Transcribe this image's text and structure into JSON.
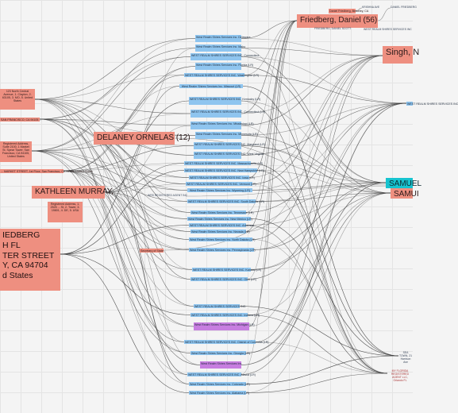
{
  "people": {
    "delaney": "DELANEY ORNELAS (12)",
    "kathleen": "KATHLEEN MURRAY,",
    "friedberg": "Friedberg, Daniel (56)",
    "singh": "Singh, N",
    "samuel_top": "SAMUEL",
    "samuel_bottom": "SAMUI"
  },
  "address_block": {
    "lines": [
      "IEDBERG",
      "H FL",
      "TER STREET",
      "Y, CA 94704",
      "d States"
    ]
  },
  "entities": [
    "West Realm Shires Services Inc. Delaware",
    "West Realm Shires Services Inc. Idaho",
    "WEST REALM SHIRES SERVICES INC. Connecticut",
    "West Realm Shires Services Inc. Florida (LR)",
    "WEST REALM SHIRES SERVICES INC. Washington (LR)",
    "West Realm Shires Services Inc. Missouri (LR)",
    "WEST REALM SHIRES SERVICES INC. Kentucky (LR)",
    "WEST REALM SHIRES SERVICES INC. Connecticut (LR)",
    "West Realm Shires Services Inc. Mississippi (LR)",
    "West Realm Shires Services Inc. Minnesota (LR)",
    "WEST REALM SHIRES SERVICES INC. Maryland (LR)",
    "WEST REALM SHIRES SERVICES INC. West Virginia",
    "WEST REALM SHIRES SERVICES INC. Massachusetts (LR)",
    "WEST REALM SHIRES SERVICES INC. New Hampshire (LR)",
    "WEST REALM SHIRES SERVICES INC. Iowa (LR)",
    "WEST REALM SHIRES SERVICES INC. Vermont (LR)",
    "West Realm Shires Services Inc. Wyoming (LR)",
    "WEST REALM SHIRES SERVICES INC. South Dakota (LR)",
    "West Realm Shires Services Inc. Tennessee (LR)",
    "West Realm Shires Services Inc. New Mexico (LR)",
    "WEST REALM SHIRES SERVICES INC. Arkansas",
    "West Realm Shires Services Inc. Nevada (LR)",
    "West Realm Shires Services Inc. North Dakota (LR)",
    "West Realm Shires Services Inc. Pennsylvania (LR)",
    "WEST REALM SHIRES SERVICES INC. Kansas (LR)",
    "WEST REALM SHIRES SERVICES INC. Ohio (LR)",
    "WEST REALM SHIRES SERVICES INC.",
    "WEST REALM SHIRES SERVICES INC. Indiana (LR)",
    "West Realm Shires Services Inc. Michigan (LR)",
    "WEST REALM SHIRES SERVICES INC. District of Columbia (LR)",
    "West Realm Shires Services Inc. Georgia (LR)",
    "West Realm Shires Services Inc.",
    "WEST REALM SHIRES SERVICES INC. Alaska (LR)",
    "West Realm Shires Services Inc. Colorado (LR)",
    "West Realm Shires Services Inc. Alabama (LR)"
  ],
  "small_labels": {
    "address_top_left": "123 North Central Avenue, 1. Clayton, 2. 63105, 3. MO, 5. United States",
    "address_left": "Registered Address, Suite 2100, 1 Market St, Spear Tower, San Francisco, CA 94105, United States",
    "reg_address_kathleen": "Registered Address, 1. 2525 ... St, 2. Tower, 3. 19801, 4. DE, 5. USA",
    "left_line_1": "SAN FRANCISCO, CA 94105 ...",
    "left_line_2": "... MARKET STREET, 1st Floor, San Francisco, CA 94105, United States",
    "agent_left": "WRS REGISTERED AGENT INC",
    "secretary": "Secretary of State",
    "friedberg_addr": "Daniel Friedberg, Berkeley, CA",
    "friedberg_company": "FRIEDBERG, DANIEL SCOTT",
    "top_right_1": "KRISHNA AVE",
    "top_right_2": "DANIEL FRIEDBERG",
    "top_right_3": "WEST REALM SHIRES SERVICES INC",
    "right_mid": "WEST REALM SHIRES SERVICES INC",
    "bottom_right_1": "SEA TOWN, 21 Harrison Ave",
    "bottom_right_2": "MY FLORIDA REGISTERED AGENT LLC, Orlando FL"
  }
}
